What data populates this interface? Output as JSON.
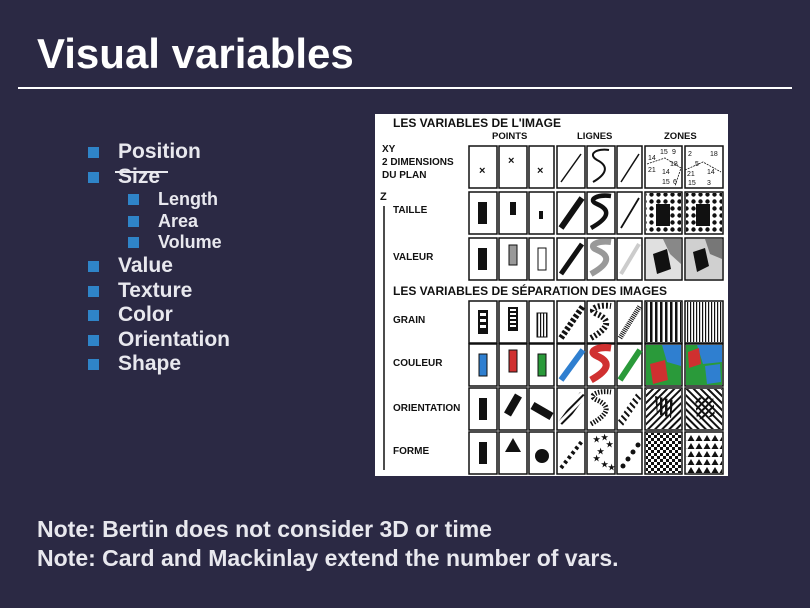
{
  "slide": {
    "title": "Visual variables",
    "bullets": [
      {
        "text": "Position",
        "level": 1
      },
      {
        "text": "Size",
        "level": 1,
        "struck": true
      },
      {
        "text": "Length",
        "level": 2
      },
      {
        "text": "Area",
        "level": 2
      },
      {
        "text": "Volume",
        "level": 2
      },
      {
        "text": "Value",
        "level": 1
      },
      {
        "text": "Texture",
        "level": 1
      },
      {
        "text": "Color",
        "level": 1
      },
      {
        "text": "Orientation",
        "level": 1
      },
      {
        "text": "Shape",
        "level": 1
      }
    ],
    "notes": [
      "Note: Bertin does not consider 3D or time",
      "Note: Card and Mackinlay extend the number of vars."
    ]
  },
  "figure": {
    "heading_top": "LES VARIABLES DE L'IMAGE",
    "columns": [
      "POINTS",
      "LIGNES",
      "ZONES"
    ],
    "xy_label": "XY",
    "xy_label_2": "2 DIMENSIONS",
    "xy_label_3": "DU PLAN",
    "z_label": "Z",
    "rows_image": [
      "TAILLE",
      "VALEUR"
    ],
    "heading_mid": "LES VARIABLES DE SÉPARATION DES IMAGES",
    "rows_separation": [
      "GRAIN",
      "COULEUR",
      "ORIENTATION",
      "FORME"
    ],
    "zone_numbers_a": [
      "14",
      "15",
      "9",
      "18",
      "21",
      "14",
      "15",
      "6"
    ],
    "zone_numbers_b": [
      "2",
      "18",
      "5",
      "21",
      "14",
      "15",
      "3"
    ],
    "colors": {
      "blue": "#2f7fd0",
      "red": "#d03030",
      "green": "#2a9a3a",
      "grey": "#9a9a9a",
      "dark": "#2a2a2a"
    }
  }
}
